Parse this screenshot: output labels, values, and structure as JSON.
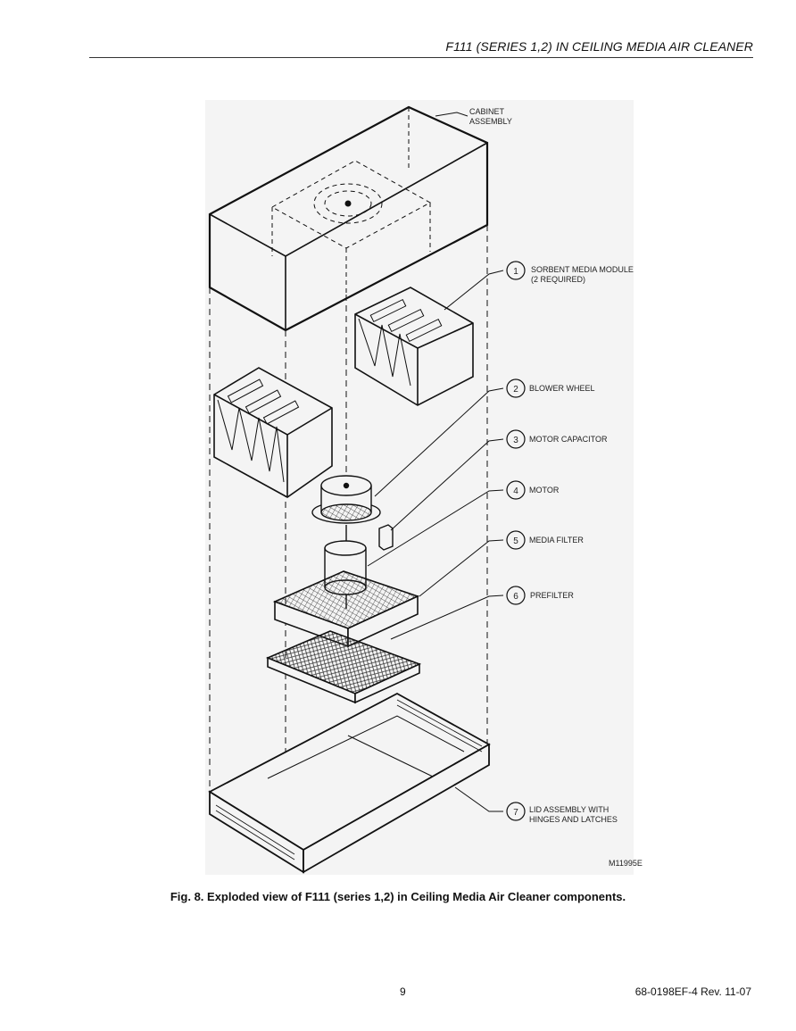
{
  "header": {
    "title": "F111 (SERIES 1,2) IN CEILING MEDIA AIR CLEANER"
  },
  "figure": {
    "cabinet_label": [
      "CABINET",
      "ASSEMBLY"
    ],
    "callouts": [
      {
        "number": "1",
        "lines": [
          "SORBENT MEDIA MODULE",
          " (2 REQUIRED)"
        ]
      },
      {
        "number": "2",
        "lines": [
          "BLOWER WHEEL"
        ]
      },
      {
        "number": "3",
        "lines": [
          "MOTOR CAPACITOR"
        ]
      },
      {
        "number": "4",
        "lines": [
          "MOTOR"
        ]
      },
      {
        "number": "5",
        "lines": [
          "MEDIA FILTER"
        ]
      },
      {
        "number": "6",
        "lines": [
          "PREFILTER"
        ]
      },
      {
        "number": "7",
        "lines": [
          "LID ASSEMBLY WITH",
          "HINGES AND LATCHES"
        ]
      }
    ],
    "drawing_id": "M11995E"
  },
  "caption": "Fig. 8. Exploded view of F111 (series 1,2) in Ceiling Media Air Cleaner components.",
  "footer": {
    "page_number": "9",
    "doc_id": "68-0198EF-4 Rev. 11-07"
  }
}
